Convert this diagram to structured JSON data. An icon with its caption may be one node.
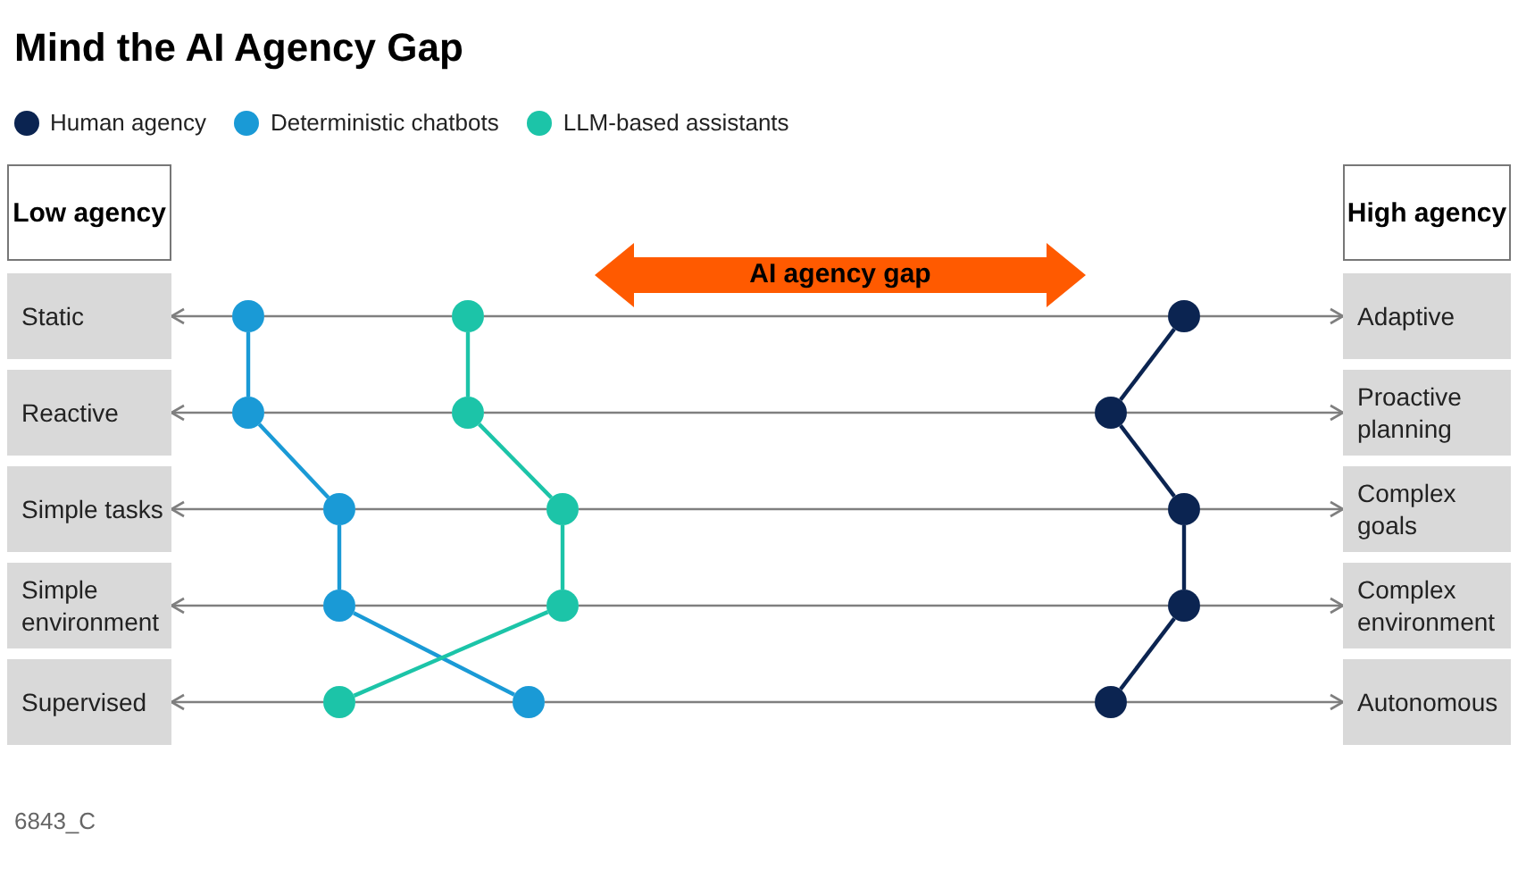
{
  "diagram": {
    "title": "Mind the AI Agency Gap",
    "nodes": [
      {
        "text": [
          "Low agency"
        ]
      },
      {
        "text": [
          "High agency"
        ]
      },
      {
        "text": [
          "AI agency gap"
        ]
      },
      {
        "text": [
          "Static"
        ]
      },
      {
        "text": [
          "Reactive"
        ]
      },
      {
        "text": [
          "Simple tasks"
        ]
      },
      {
        "text": [
          "Simple environment"
        ]
      },
      {
        "text": [
          "Supervised"
        ]
      },
      {
        "text": [
          "Adaptive"
        ]
      },
      {
        "text": [
          "Proactive planning"
        ]
      },
      {
        "text": [
          "Complex goals"
        ]
      },
      {
        "text": [
          "Complex environment"
        ]
      },
      {
        "text": [
          "Autonomous"
        ]
      },
      {
        "text": [],
        "shape": "circle"
      },
      {
        "text": [],
        "shape": "circle"
      },
      {
        "text": [],
        "shape": "circle"
      },
      {
        "text": [],
        "shape": "circle"
      },
      {
        "text": [],
        "shape": "circle"
      },
      {
        "text": [],
        "shape": "circle"
      },
      {
        "text": [],
        "shape": "circle"
      },
      {
        "text": [],
        "shape": "circle"
      },
      {
        "text": [],
        "shape": "circle"
      },
      {
        "text": [],
        "shape": "circle"
      },
      {
        "text": [],
        "shape": "circle"
      },
      {
        "text": [],
        "shape": "circle"
      },
      {
        "text": [],
        "shape": "circle"
      },
      {
        "text": [],
        "shape": "circle"
      },
      {
        "text": [],
        "shape": "circle"
      }
    ],
    "edges": [
      {
        "from": 13,
        "to": 3,
        "arrow": "to",
        "color": "#7f7f7f"
      },
      {
        "from": 13,
        "to": 18,
        "arrow": "none",
        "color": "#7f7f7f"
      },
      {
        "from": 18,
        "to": 23,
        "arrow": "none",
        "color": "#7f7f7f"
      },
      {
        "from": 23,
        "to": 8,
        "arrow": "to",
        "color": "#7f7f7f"
      },
      {
        "from": 14,
        "to": 4,
        "arrow": "to",
        "color": "#7f7f7f"
      },
      {
        "from": 14,
        "to": 19,
        "arrow": "none",
        "color": "#7f7f7f"
      },
      {
        "from": 19,
        "to": 24,
        "arrow": "none",
        "color": "#7f7f7f"
      },
      {
        "from": 24,
        "to": 9,
        "arrow": "to",
        "color": "#7f7f7f"
      },
      {
        "from": 15,
        "to": 5,
        "arrow": "to",
        "color": "#7f7f7f"
      },
      {
        "from": 15,
        "to": 20,
        "arrow": "none",
        "color": "#7f7f7f"
      },
      {
        "from": 20,
        "to": 25,
        "arrow": "none",
        "color": "#7f7f7f"
      },
      {
        "from": 25,
        "to": 10,
        "arrow": "to",
        "color": "#7f7f7f"
      },
      {
        "from": 16,
        "to": 6,
        "arrow": "to",
        "color": "#7f7f7f"
      },
      {
        "from": 16,
        "to": 21,
        "arrow": "none",
        "color": "#7f7f7f"
      },
      {
        "from": 21,
        "to": 26,
        "arrow": "none",
        "color": "#7f7f7f"
      },
      {
        "from": 26,
        "to": 11,
        "arrow": "to",
        "color": "#7f7f7f"
      },
      {
        "from": 22,
        "to": 7,
        "arrow": "to",
        "color": "#7f7f7f"
      },
      {
        "from": 22,
        "to": 17,
        "arrow": "none",
        "color": "#7f7f7f"
      },
      {
        "from": 17,
        "to": 27,
        "arrow": "none",
        "color": "#7f7f7f"
      },
      {
        "from": 27,
        "to": 12,
        "arrow": "to",
        "color": "#7f7f7f"
      },
      {
        "from": 13,
        "to": 14,
        "arrow": "none",
        "color": "#1a9ad6"
      },
      {
        "from": 14,
        "to": 15,
        "arrow": "none",
        "color": "#1a9ad6"
      },
      {
        "from": 15,
        "to": 16,
        "arrow": "none",
        "color": "#1a9ad6"
      },
      {
        "from": 16,
        "to": 17,
        "arrow": "none",
        "color": "#1a9ad6"
      },
      {
        "from": 18,
        "to": 19,
        "arrow": "none",
        "color": "#1cc4a8"
      },
      {
        "from": 19,
        "to": 20,
        "arrow": "none",
        "color": "#1cc4a8"
      },
      {
        "from": 20,
        "to": 21,
        "arrow": "none",
        "color": "#1cc4a8"
      },
      {
        "from": 21,
        "to": 22,
        "arrow": "none",
        "color": "#1cc4a8"
      },
      {
        "from": 23,
        "to": 24,
        "arrow": "none",
        "color": "#0b2451"
      },
      {
        "from": 24,
        "to": 25,
        "arrow": "none",
        "color": "#0b2451"
      },
      {
        "from": 25,
        "to": 26,
        "arrow": "none",
        "color": "#0b2451"
      },
      {
        "from": 26,
        "to": 27,
        "arrow": "none",
        "color": "#0b2451"
      }
    ],
    "labels": [
      "6843_C"
    ],
    "legend": [
      {
        "text": "Human agency",
        "color": "#0b2451"
      },
      {
        "text": "Deterministic chatbots",
        "color": "#1a9ad6"
      },
      {
        "text": "LLM-based assistants",
        "color": "#1cc4a8"
      }
    ]
  }
}
